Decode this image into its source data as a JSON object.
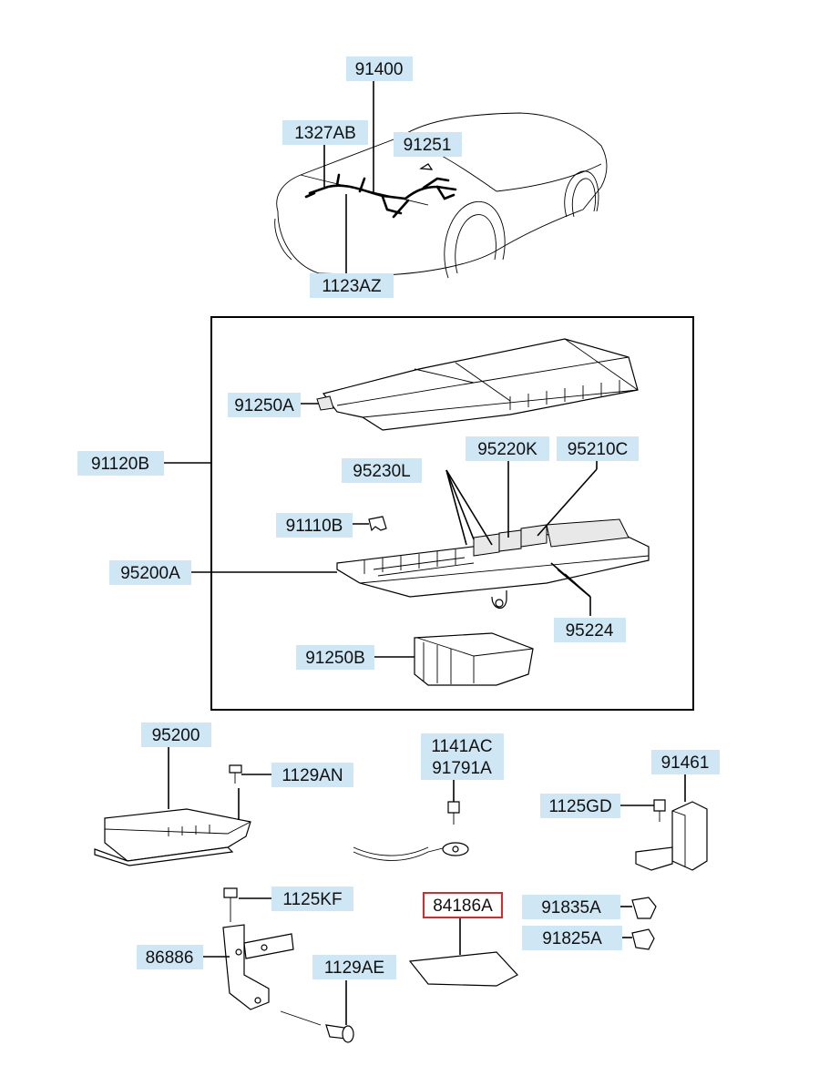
{
  "colors": {
    "label_bg": "#cfe6f5",
    "highlight_border": "#e0262b"
  },
  "labels": {
    "p91400": "91400",
    "p1327AB": "1327AB",
    "p91251": "91251",
    "p1123AZ": "1123AZ",
    "p91250A": "91250A",
    "p91120B": "91120B",
    "p95230L": "95230L",
    "p95220K": "95220K",
    "p95210C": "95210C",
    "p91110B": "91110B",
    "p95200A": "95200A",
    "p95224": "95224",
    "p91250B": "91250B",
    "p95200": "95200",
    "p1129AN": "1129AN",
    "p1141AC": "1141AC",
    "p91791A": "91791A",
    "p91461": "91461",
    "p1125GD": "1125GD",
    "p1125KF": "1125KF",
    "p84186A": "84186A",
    "p91835A": "91835A",
    "p91825A": "91825A",
    "p86886": "86886",
    "p1129AE": "1129AE"
  }
}
